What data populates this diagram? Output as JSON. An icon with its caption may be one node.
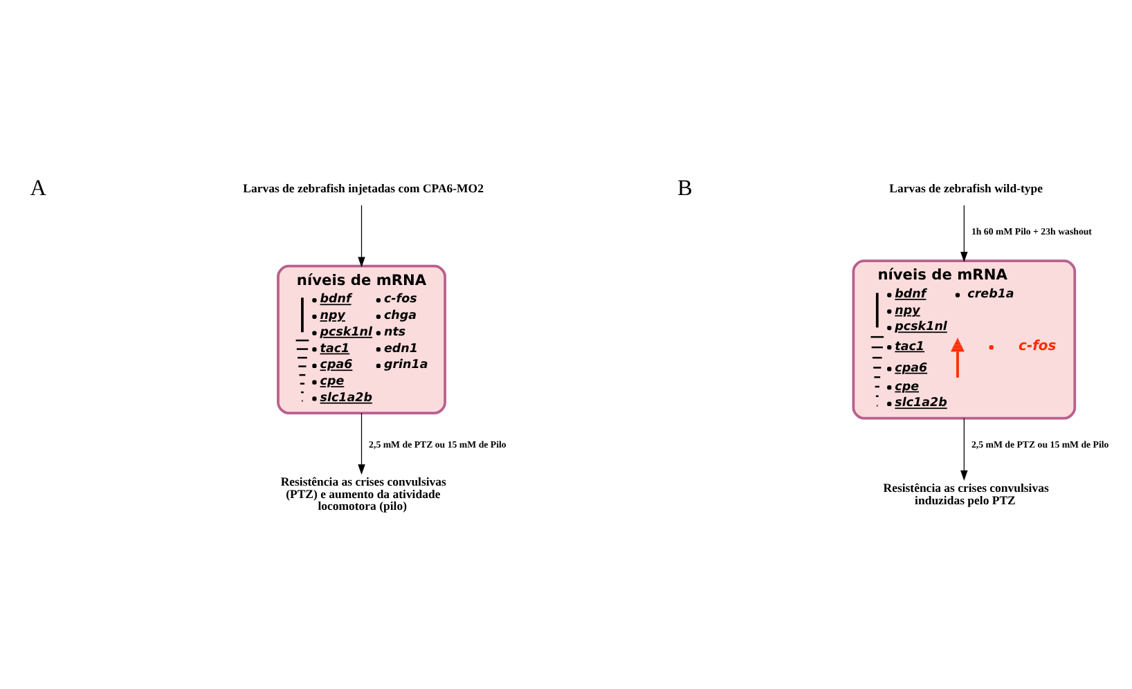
{
  "diagram": {
    "nodes": [
      {
        "text": [
          "Larvas de zebrafish injetadas com CPA6-MO2"
        ]
      },
      {
        "text": [
          "níveis de mRNA",
          "bdnf",
          "npy",
          "pcsk1nl",
          "tac1",
          "cpa6",
          "cpe",
          "slc1a2b",
          "c-fos",
          "chga",
          "nts",
          "edn1",
          "grin1a"
        ]
      },
      {
        "text": [
          "Resistência as crises convulsivas (PTZ) e aumento da atividade locomotora (pilo)"
        ]
      },
      {
        "text": [
          "Larvas de zebrafish wild-type"
        ]
      },
      {
        "text": [
          "níveis de mRNA",
          "bdnf",
          "npy",
          "pcsk1nl",
          "tac1",
          "cpa6",
          "cpe",
          "slc1a2b",
          "creb1a",
          "c-fos"
        ]
      },
      {
        "text": [
          "Resistência as crises convulsivas induzidas pelo PTZ"
        ]
      }
    ],
    "edges": [
      {
        "from": 0,
        "to": 1,
        "arrow": "to"
      },
      {
        "from": 1,
        "to": 2,
        "arrow": "to",
        "label": "2,5 mM de PTZ ou 15 mM de Pilo"
      },
      {
        "from": 3,
        "to": 4,
        "arrow": "to",
        "label": "1h 60 mM Pilo + 23h washout"
      },
      {
        "from": 4,
        "to": 5,
        "arrow": "to",
        "label": "2,5 mM de PTZ ou 15 mM de Pilo"
      }
    ],
    "labels": [
      "A",
      "B"
    ]
  }
}
